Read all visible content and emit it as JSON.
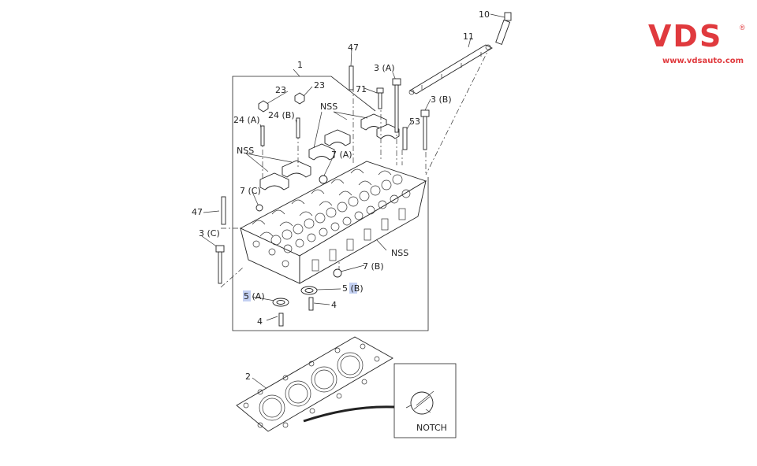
{
  "brand": {
    "logo_text": "VDS",
    "logo_registered": "®",
    "url": "www.vdsauto.com",
    "color": "#e03a3e"
  },
  "highlight_color": "#b8c8f0",
  "callouts": {
    "c1": "1",
    "c2": "2",
    "c3a": "3 (A)",
    "c3b": "3 (B)",
    "c3c": "3 (C)",
    "c4a": "4",
    "c4b": "4",
    "c5a_num": "5",
    "c5a_suf": " (A)",
    "c5b_pre": "5 (",
    "c5b_hl": "B",
    "c5b_suf": ")",
    "c7a": "7 (A)",
    "c7b": "7 (B)",
    "c7c": "7 (C)",
    "c10": "10",
    "c11": "11",
    "c23a": "23",
    "c23b": "23",
    "c24a": "24 (A)",
    "c24b": "24 (B)",
    "c47a": "47",
    "c47b": "47",
    "c53": "53",
    "c71": "71",
    "nss1": "NSS",
    "nss2": "NSS",
    "nss3": "NSS"
  },
  "notch_label": "NOTCH"
}
